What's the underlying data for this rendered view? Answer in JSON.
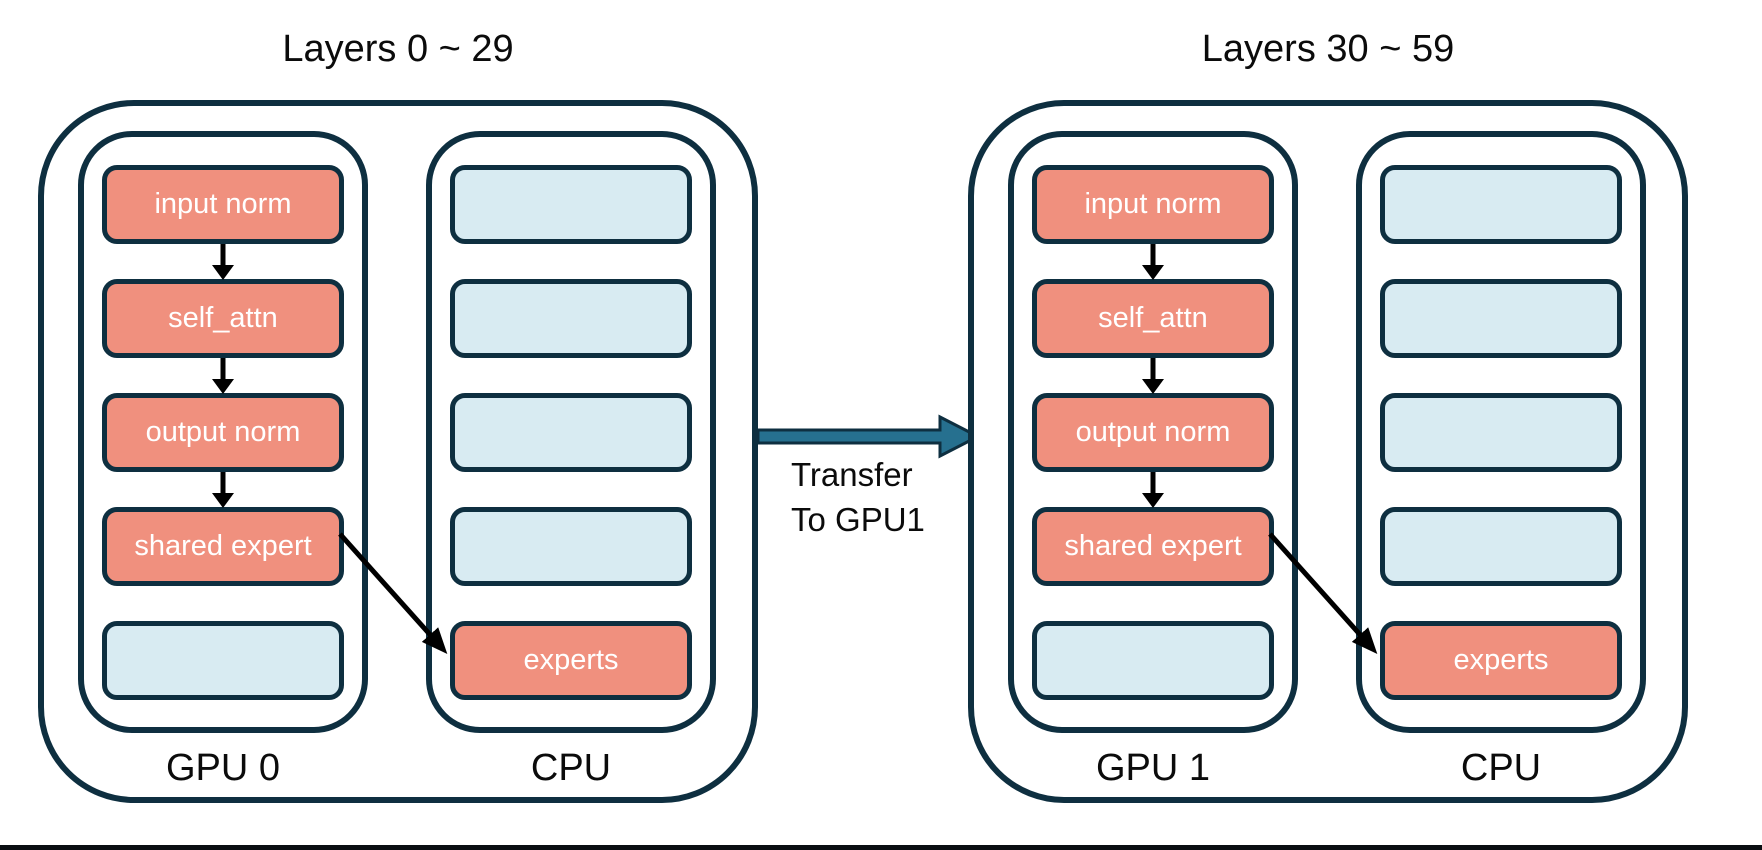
{
  "left_group": {
    "title": "Layers 0 ~ 29",
    "gpu": {
      "label": "GPU 0",
      "boxes": [
        {
          "label": "input norm",
          "type": "salmon"
        },
        {
          "label": "self_attn",
          "type": "salmon"
        },
        {
          "label": "output norm",
          "type": "salmon"
        },
        {
          "label": "shared expert",
          "type": "salmon"
        },
        {
          "label": "",
          "type": "blue"
        }
      ]
    },
    "cpu": {
      "label": "CPU",
      "boxes": [
        {
          "label": "",
          "type": "blue"
        },
        {
          "label": "",
          "type": "blue"
        },
        {
          "label": "",
          "type": "blue"
        },
        {
          "label": "",
          "type": "blue"
        },
        {
          "label": "experts",
          "type": "salmon"
        }
      ]
    }
  },
  "right_group": {
    "title": "Layers 30 ~ 59",
    "gpu": {
      "label": "GPU 1",
      "boxes": [
        {
          "label": "input norm",
          "type": "salmon"
        },
        {
          "label": "self_attn",
          "type": "salmon"
        },
        {
          "label": "output norm",
          "type": "salmon"
        },
        {
          "label": "shared expert",
          "type": "salmon"
        },
        {
          "label": "",
          "type": "blue"
        }
      ]
    },
    "cpu": {
      "label": "CPU",
      "boxes": [
        {
          "label": "",
          "type": "blue"
        },
        {
          "label": "",
          "type": "blue"
        },
        {
          "label": "",
          "type": "blue"
        },
        {
          "label": "",
          "type": "blue"
        },
        {
          "label": "experts",
          "type": "salmon"
        }
      ]
    }
  },
  "transfer": {
    "line1": "Transfer",
    "line2": "To GPU1"
  },
  "colors": {
    "salmon": "#F0907E",
    "light_blue": "#D8EBF2",
    "navy": "#0E2F40",
    "arrow_teal": "#26708F",
    "flow_arrow": "#000000",
    "bottom_bar": "#0A0E12",
    "text_dark": "#0B0B0B",
    "box_text": "#FFFFFF"
  }
}
